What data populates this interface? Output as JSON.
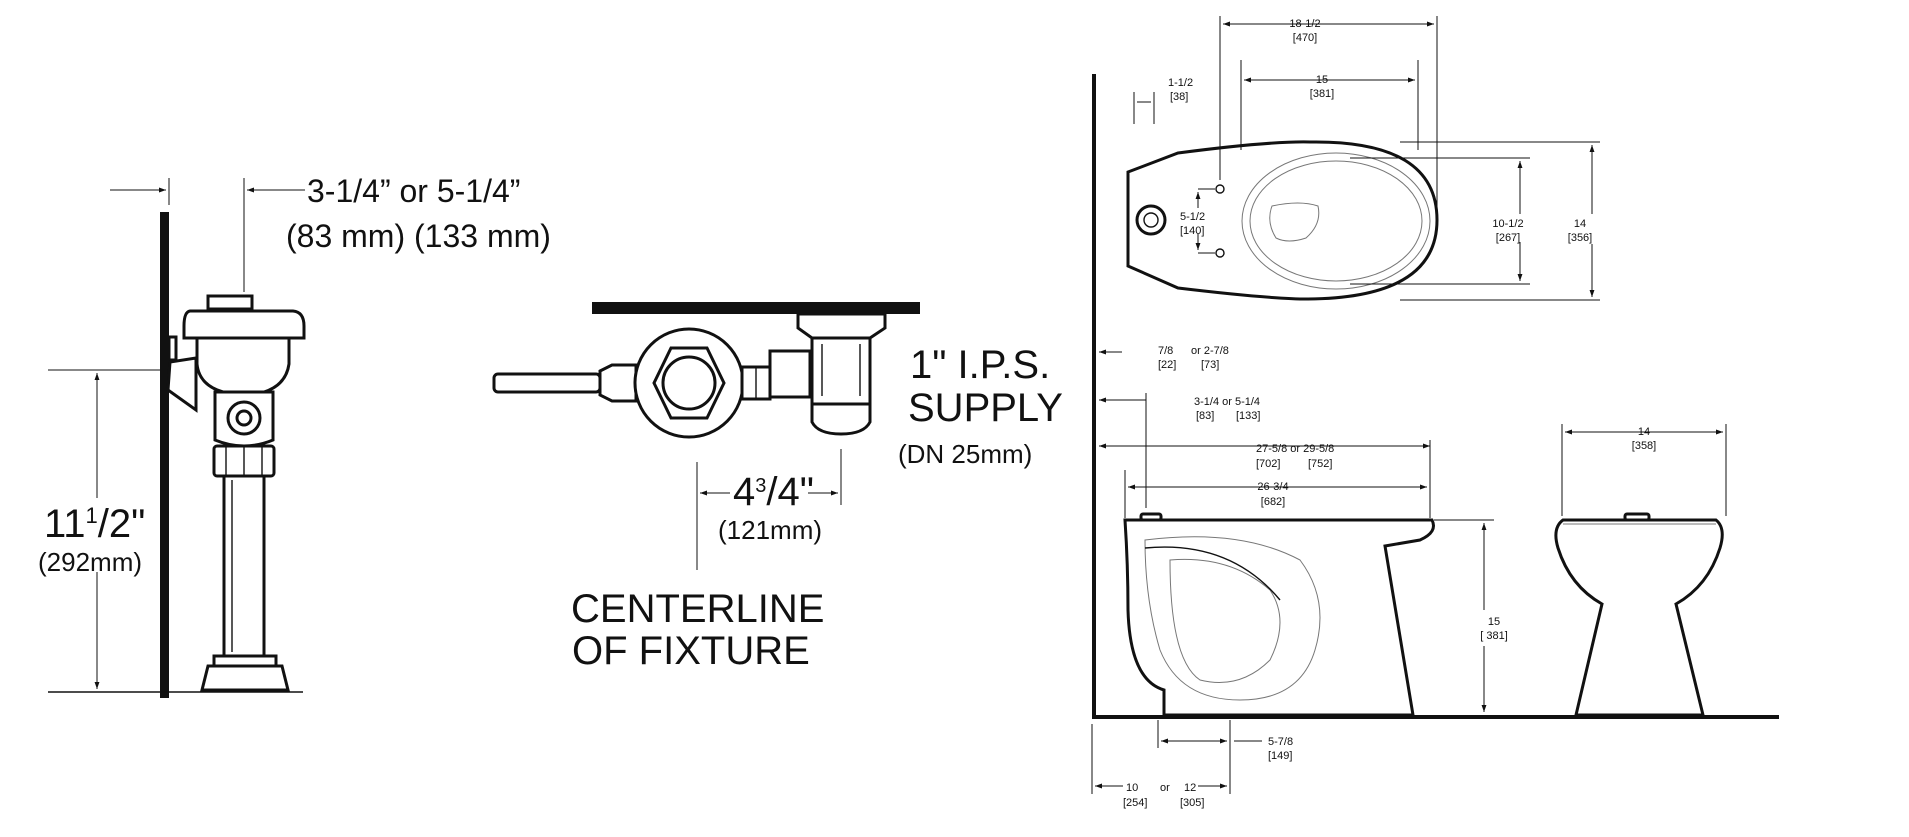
{
  "valve_side": {
    "offset_label": "3-1/4” or 5-1/4”",
    "offset_metric": "(83 mm)  (133 mm)",
    "height_whole": "11",
    "height_num": "1",
    "height_den": "2",
    "height_mark": "\"",
    "height_metric": "(292mm)"
  },
  "valve_top": {
    "supply_line1": "1\" I.P.S.",
    "supply_line2": "SUPPLY",
    "supply_metric": "(DN  25mm)",
    "dist_whole": "4",
    "dist_num": "3",
    "dist_den": "4",
    "dist_mark": "\"",
    "dist_metric": "(121mm)",
    "centerline_line1": "CENTERLINE",
    "centerline_line2": "OF  FIXTURE"
  },
  "bowl_plan": {
    "overall": "18-1/2",
    "overall_mm": "[470]",
    "bowl_len": "15",
    "bowl_len_mm": "[381]",
    "inlet": "1-1/2",
    "inlet_mm": "[38]",
    "bolt": "5-1/2",
    "bolt_mm": "[140]",
    "inner_w": "10-1/2",
    "inner_w_mm": "[267]",
    "outer_w": "14",
    "outer_w_mm": "[356]"
  },
  "bowl_side": {
    "wall_a": "7/8",
    "wall_a_mm": "[22]",
    "wall_b": "or 2-7/8",
    "wall_b_mm": "[73]",
    "spud": "3-1/4 or 5-1/4",
    "spud_mm_a": "[83]",
    "spud_mm_b": "[133]",
    "length": "27-5/8 or 29-5/8",
    "length_mm_a": "[702]",
    "length_mm_b": "[752]",
    "length2": "26-3/4",
    "length2_mm": "[682]",
    "height": "15",
    "height_mm": "[ 381]",
    "outlet": "5-7/8",
    "outlet_mm": "[149]",
    "rough_a": "10",
    "rough_or": "or",
    "rough_b": "12",
    "rough_mm_a": "[254]",
    "rough_mm_b": "[305]"
  },
  "bowl_front": {
    "width": "14",
    "width_mm": "[358]"
  }
}
